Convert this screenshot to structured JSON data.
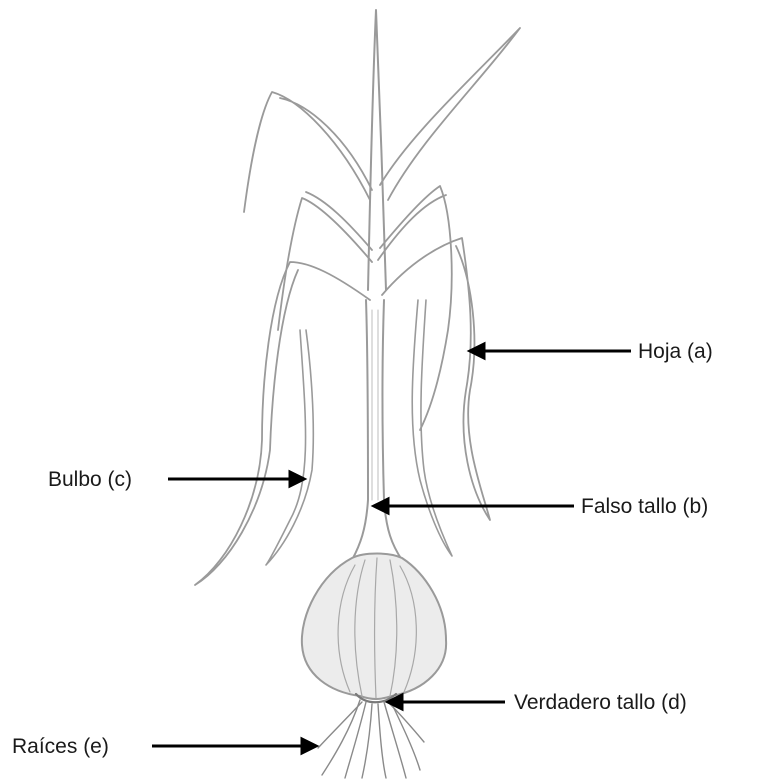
{
  "labels": {
    "hoja": "Hoja (a)",
    "falso_tallo": "Falso tallo (b)",
    "bulbo": "Bulbo (c)",
    "verdadero_tallo": "Verdadero tallo (d)",
    "raices": "Raíces (e)"
  },
  "colors": {
    "pencil_stroke": "#9a9a9a",
    "pencil_fill": "#ececec",
    "arrow": "#000000",
    "text": "#1a1a1a"
  }
}
